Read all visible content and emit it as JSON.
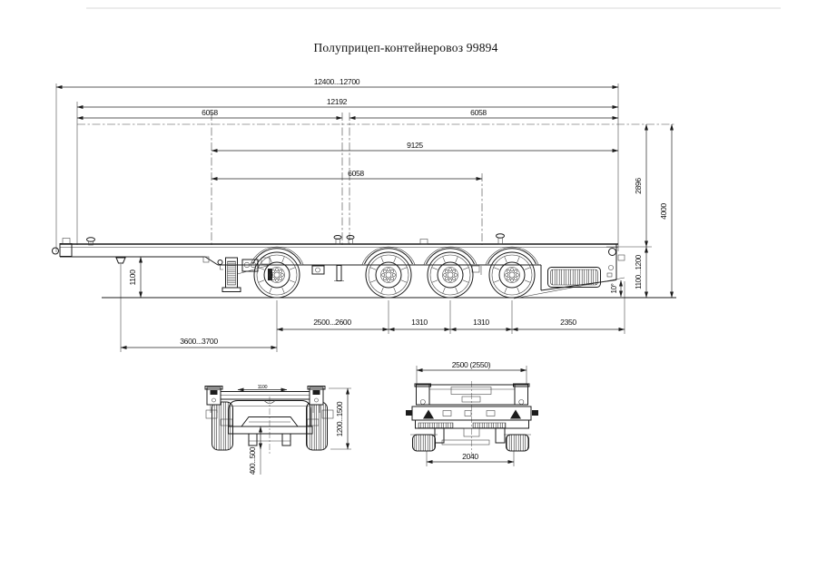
{
  "page": {
    "title": "Полуприцеп-контейнеровоз 99894"
  },
  "side_view": {
    "dims": {
      "overall_length": "12400...12700",
      "container_40ft": "12192",
      "container_20ft_front": "6058",
      "container_20ft_rear": "6058",
      "container_30ft": "9125",
      "container_20ft_mid": "6058",
      "container_height": "2896",
      "overall_height": "4000",
      "frame_height_range": "1100...1200",
      "departure_angle": "10°",
      "coupling_height": "1100",
      "kingpin_to_first_axle": "3600...3700",
      "axle_spacing_1_2": "2500...2600",
      "axle_spacing_2_3": "1310",
      "axle_spacing_3_4": "1310",
      "rear_overhang": "2350"
    }
  },
  "front_view": {
    "dims": {
      "tunnel_width": "1100",
      "height_range": "1200...1500",
      "gooseneck_height": "400...500"
    }
  },
  "rear_view": {
    "dims": {
      "overall_width": "2500 (2550)",
      "track_width": "2040"
    }
  }
}
